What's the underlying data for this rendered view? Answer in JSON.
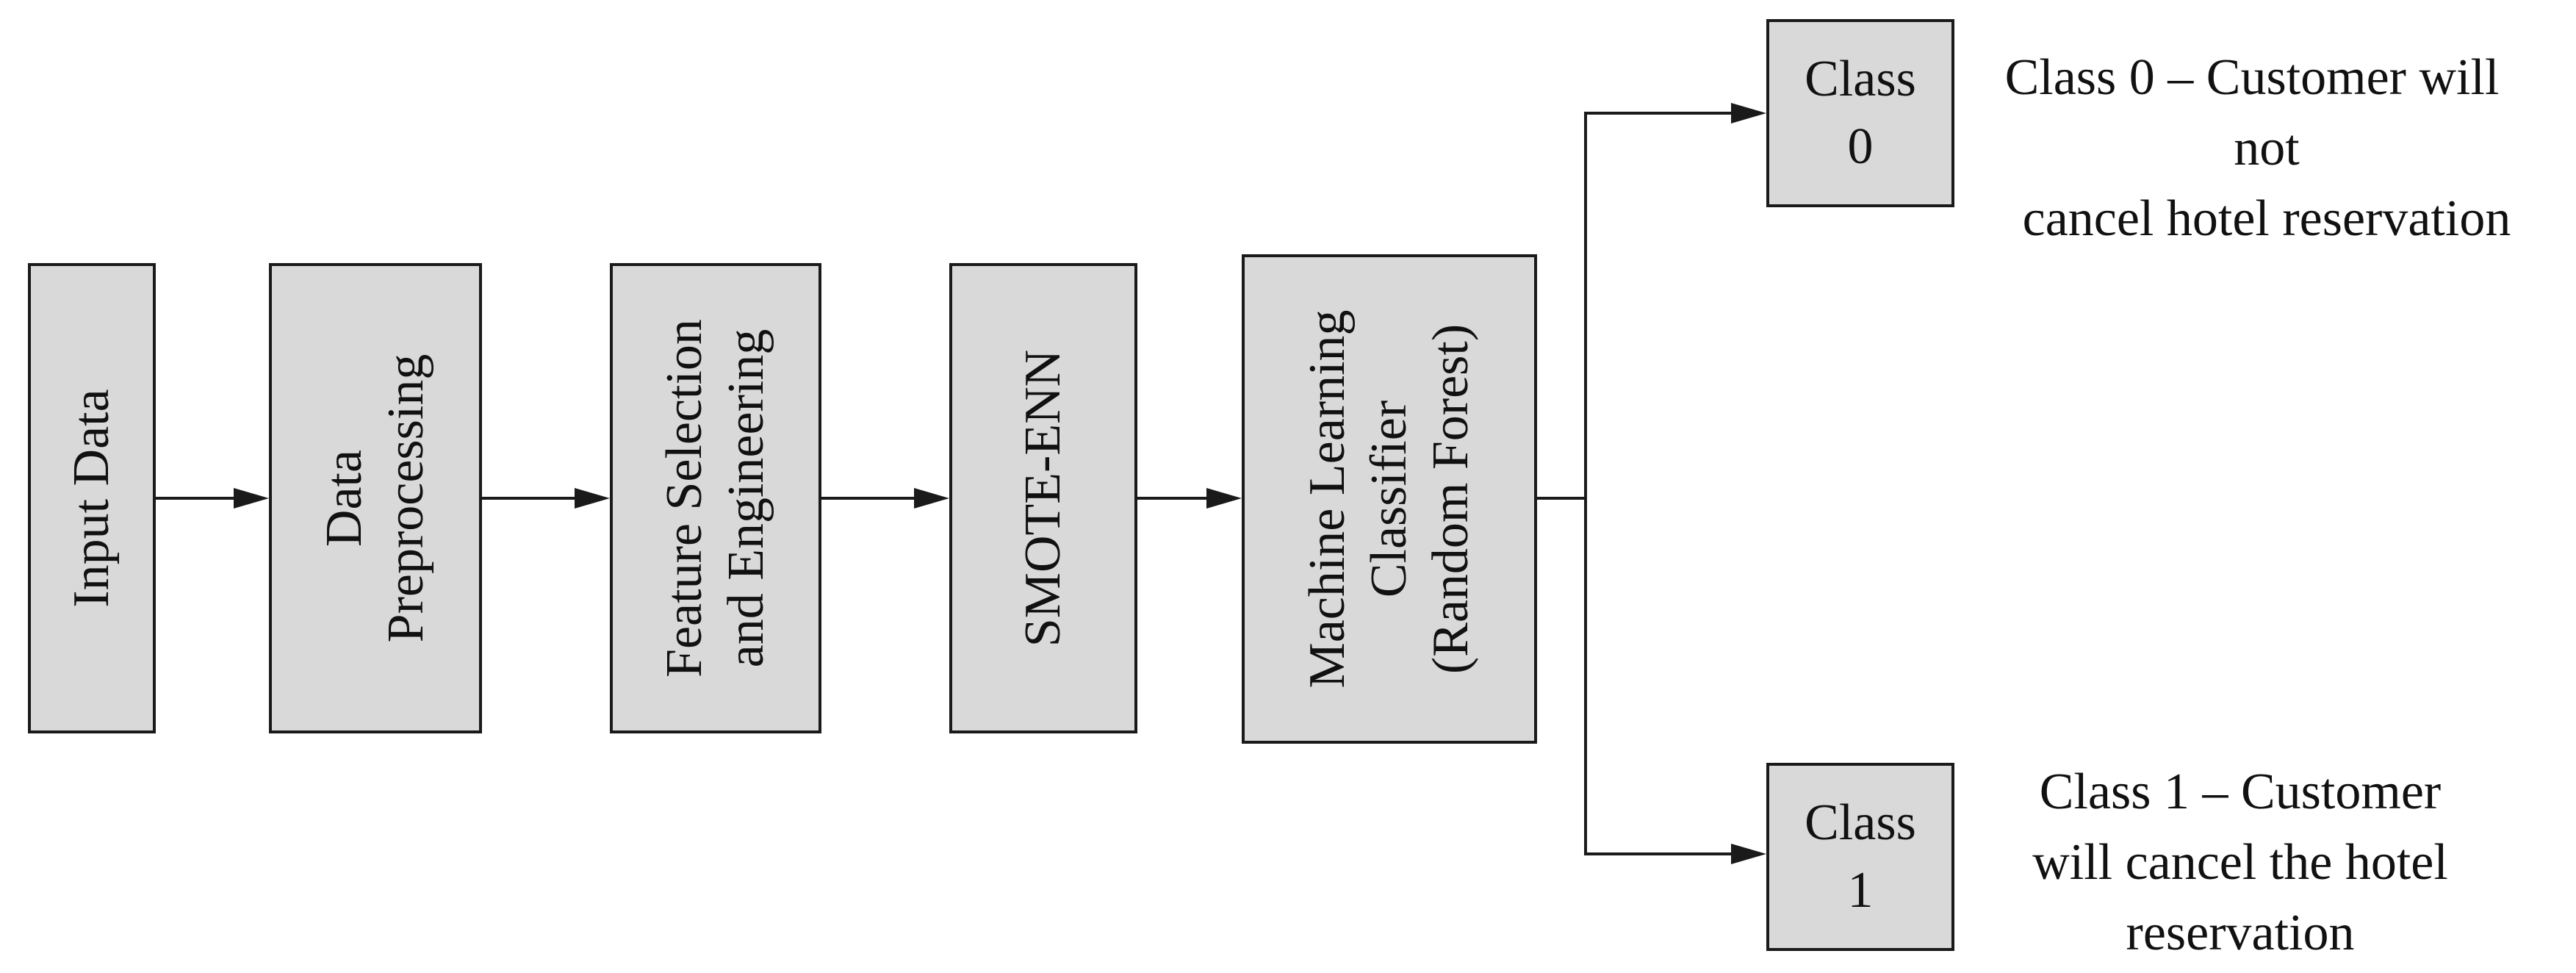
{
  "diagram": {
    "steps": [
      {
        "lines": [
          "Input Data"
        ]
      },
      {
        "lines": [
          "Data",
          "Preprocessing"
        ]
      },
      {
        "lines": [
          "Feature Selection",
          "and Engineering"
        ]
      },
      {
        "lines": [
          "SMOTE-ENN"
        ]
      },
      {
        "lines": [
          "Machine Learning",
          "Classifier",
          "(Random Forest)"
        ]
      }
    ],
    "outputs": [
      {
        "box_lines": [
          "Class",
          "0"
        ],
        "description_lines": [
          "Class 0 – Customer will",
          "not",
          "cancel hotel reservation"
        ]
      },
      {
        "box_lines": [
          "Class",
          "1"
        ],
        "description_lines": [
          "Class 1 – Customer",
          "will cancel the hotel",
          "reservation"
        ]
      }
    ],
    "colors": {
      "box_fill": "#d9d9d9",
      "stroke": "#1a1a1a"
    }
  }
}
